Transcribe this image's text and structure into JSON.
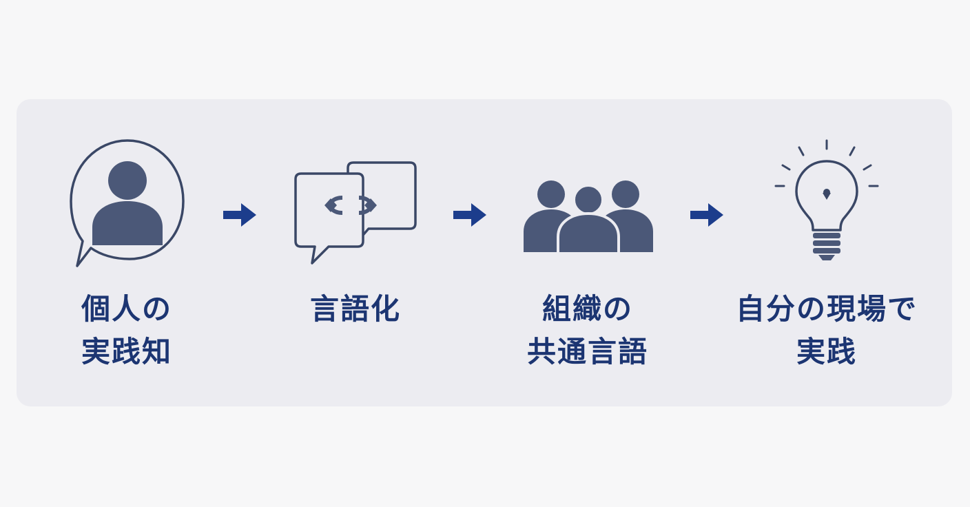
{
  "colors": {
    "background": "#f7f7f8",
    "panel": "#ececf1",
    "icon_fill": "#4b5878",
    "icon_stroke": "#3a4766",
    "arrow": "#1c3d8c",
    "label_text": "#1c3572"
  },
  "steps": [
    {
      "icon": "person-in-speech-bubble-icon",
      "label_lines": [
        "個人の",
        "実践知"
      ]
    },
    {
      "icon": "dialogue-bubbles-icon",
      "label_lines": [
        "言語化"
      ]
    },
    {
      "icon": "group-of-people-icon",
      "label_lines": [
        "組織の",
        "共通言語"
      ]
    },
    {
      "icon": "lightbulb-icon",
      "label_lines": [
        "自分の現場で",
        "実践"
      ]
    }
  ],
  "connectors": [
    {
      "icon": "arrow-right-icon"
    },
    {
      "icon": "arrow-right-icon"
    },
    {
      "icon": "arrow-right-icon"
    }
  ]
}
